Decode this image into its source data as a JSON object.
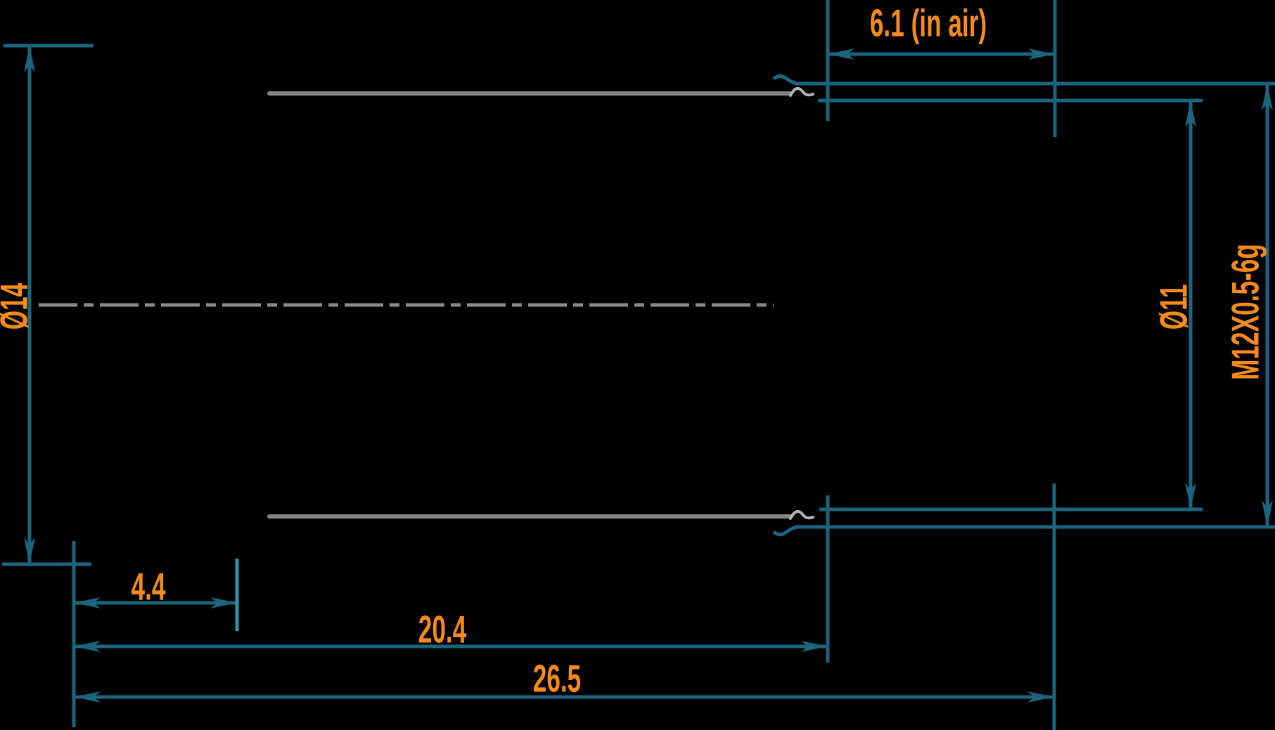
{
  "drawing": {
    "type": "engineering-dimension-drawing",
    "subject": "lens barrel side view with dimensions (mm)",
    "colors": {
      "background": "#000000",
      "dimension_lines": "#1B6580",
      "extension_line_light": "#2E93AE",
      "part_outline": "#858585",
      "centerline": "#8A8A8A",
      "label_text": "#F78C1A"
    },
    "labels": {
      "air_gap": "6.1 (in air)",
      "outer_diameter": "Ø14",
      "barrel_diameter": "Ø11",
      "thread_spec": "M12X0.5-6g",
      "flange_length": "4.4",
      "barrel_length": "20.4",
      "total_length": "26.5"
    },
    "dimensions_mm": {
      "air_gap": 6.1,
      "outer_diameter": 14,
      "barrel_diameter": 11,
      "thread": "M12x0.5-6g",
      "flange_length": 4.4,
      "barrel_length": 20.4,
      "total_length": 26.5
    }
  }
}
